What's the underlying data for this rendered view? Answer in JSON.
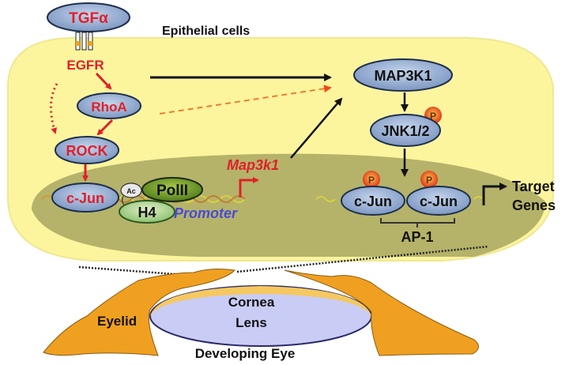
{
  "title": "Epithelial cells",
  "colors": {
    "cell": "#fdf59e",
    "nucleus": "#b5b36a",
    "protein_fill": "#8fa9d1",
    "protein_stroke": "#1e2f4a",
    "red_text": "#e0202a",
    "promoter_text": "#4a4ad6",
    "phospho": "#e84a1a",
    "eyelid": "#f0a020",
    "lens": "#c9ccf4",
    "cornea": "#f5c860"
  },
  "nodes": {
    "tgfa": "TGFα",
    "egfr": "EGFR",
    "rhoa": "RhoA",
    "rock": "ROCK",
    "cjun_left": "c-Jun",
    "ac": "Ac",
    "polii": "PolII",
    "h4": "H4",
    "promoter": "Promoter",
    "map3k1_gene": "Map3k1",
    "map3k1": "MAP3K1",
    "jnk": "JNK1/2",
    "cjun_a": "c-Jun",
    "cjun_b": "c-Jun",
    "phospho": "P",
    "ap1": "AP-1",
    "target_line1": "Target",
    "target_line2": "Genes"
  },
  "eye": {
    "eyelid": "Eyelid",
    "cornea": "Cornea",
    "lens": "Lens",
    "caption": "Developing Eye"
  }
}
